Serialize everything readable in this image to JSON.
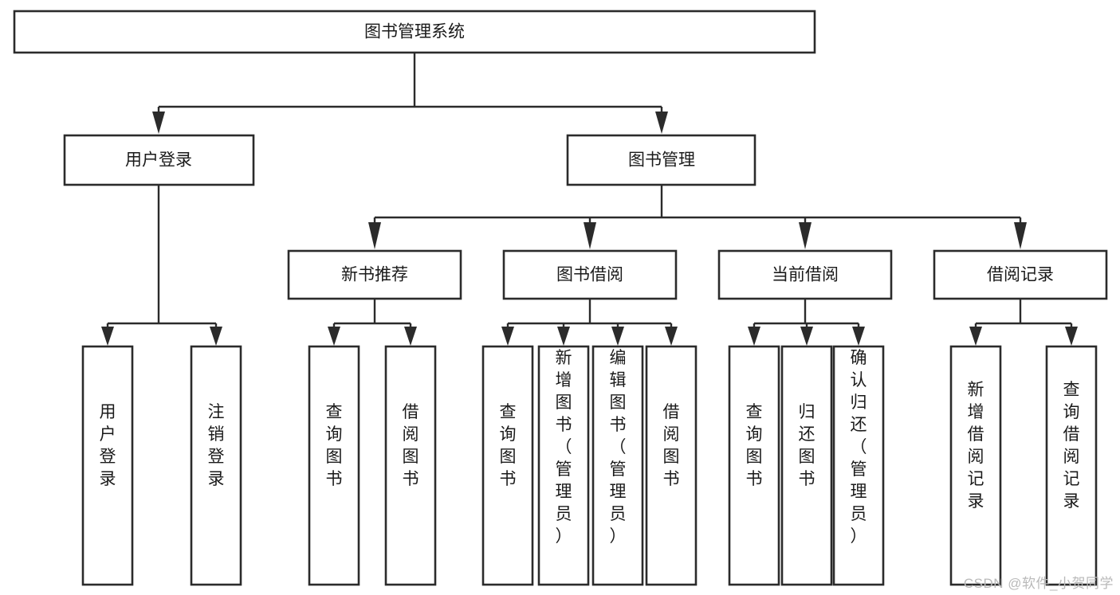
{
  "diagram": {
    "type": "tree-hierarchy",
    "title": "图书管理系统",
    "watermark": "CSDN @软件_小贺同学",
    "colors": {
      "stroke": "#2b2b2b",
      "fill": "#ffffff",
      "text": "#1a1a1a",
      "watermark": "#b9b9b9"
    },
    "root": {
      "label": "图书管理系统",
      "level": 0
    },
    "level2": [
      {
        "label": "用户登录",
        "level": 1
      },
      {
        "label": "图书管理",
        "level": 1
      }
    ],
    "level3": [
      {
        "label": "新书推荐",
        "level": 2
      },
      {
        "label": "图书借阅",
        "level": 2
      },
      {
        "label": "当前借阅",
        "level": 2
      },
      {
        "label": "借阅记录",
        "level": 2
      }
    ],
    "leaves": [
      {
        "label": "用户登录",
        "parent": "用户登录",
        "orientation": "vertical"
      },
      {
        "label": "注销登录",
        "parent": "用户登录",
        "orientation": "vertical"
      },
      {
        "label": "查询图书",
        "parent": "新书推荐",
        "orientation": "vertical"
      },
      {
        "label": "借阅图书",
        "parent": "新书推荐",
        "orientation": "vertical"
      },
      {
        "label": "查询图书",
        "parent": "图书借阅",
        "orientation": "vertical"
      },
      {
        "label": "新增图书（管理员）",
        "parent": "图书借阅",
        "orientation": "vertical"
      },
      {
        "label": "编辑图书（管理员）",
        "parent": "图书借阅",
        "orientation": "vertical"
      },
      {
        "label": "借阅图书",
        "parent": "图书借阅",
        "orientation": "vertical"
      },
      {
        "label": "查询图书",
        "parent": "当前借阅",
        "orientation": "vertical"
      },
      {
        "label": "归还图书",
        "parent": "当前借阅",
        "orientation": "vertical"
      },
      {
        "label": "确认归还（管理员）",
        "parent": "当前借阅",
        "orientation": "vertical"
      },
      {
        "label": "新增借阅记录",
        "parent": "借阅记录",
        "orientation": "vertical"
      },
      {
        "label": "查询借阅记录",
        "parent": "借阅记录",
        "orientation": "vertical"
      }
    ]
  },
  "chart_data": {
    "type": "table",
    "title": "图书管理系统 功能结构图",
    "nodes": [
      {
        "id": "root",
        "label": "图书管理系统",
        "depth": 0,
        "parent": null
      },
      {
        "id": "n1",
        "label": "用户登录",
        "depth": 1,
        "parent": "root"
      },
      {
        "id": "n2",
        "label": "图书管理",
        "depth": 1,
        "parent": "root"
      },
      {
        "id": "n1a",
        "label": "用户登录",
        "depth": 2,
        "parent": "n1"
      },
      {
        "id": "n1b",
        "label": "注销登录",
        "depth": 2,
        "parent": "n1"
      },
      {
        "id": "n2a",
        "label": "新书推荐",
        "depth": 2,
        "parent": "n2"
      },
      {
        "id": "n2b",
        "label": "图书借阅",
        "depth": 2,
        "parent": "n2"
      },
      {
        "id": "n2c",
        "label": "当前借阅",
        "depth": 2,
        "parent": "n2"
      },
      {
        "id": "n2d",
        "label": "借阅记录",
        "depth": 2,
        "parent": "n2"
      },
      {
        "id": "n2a1",
        "label": "查询图书",
        "depth": 3,
        "parent": "n2a"
      },
      {
        "id": "n2a2",
        "label": "借阅图书",
        "depth": 3,
        "parent": "n2a"
      },
      {
        "id": "n2b1",
        "label": "查询图书",
        "depth": 3,
        "parent": "n2b"
      },
      {
        "id": "n2b2",
        "label": "新增图书（管理员）",
        "depth": 3,
        "parent": "n2b"
      },
      {
        "id": "n2b3",
        "label": "编辑图书（管理员）",
        "depth": 3,
        "parent": "n2b"
      },
      {
        "id": "n2b4",
        "label": "借阅图书",
        "depth": 3,
        "parent": "n2b"
      },
      {
        "id": "n2c1",
        "label": "查询图书",
        "depth": 3,
        "parent": "n2c"
      },
      {
        "id": "n2c2",
        "label": "归还图书",
        "depth": 3,
        "parent": "n2c"
      },
      {
        "id": "n2c3",
        "label": "确认归还（管理员）",
        "depth": 3,
        "parent": "n2c"
      },
      {
        "id": "n2d1",
        "label": "新增借阅记录",
        "depth": 3,
        "parent": "n2d"
      },
      {
        "id": "n2d2",
        "label": "查询借阅记录",
        "depth": 3,
        "parent": "n2d"
      }
    ]
  }
}
